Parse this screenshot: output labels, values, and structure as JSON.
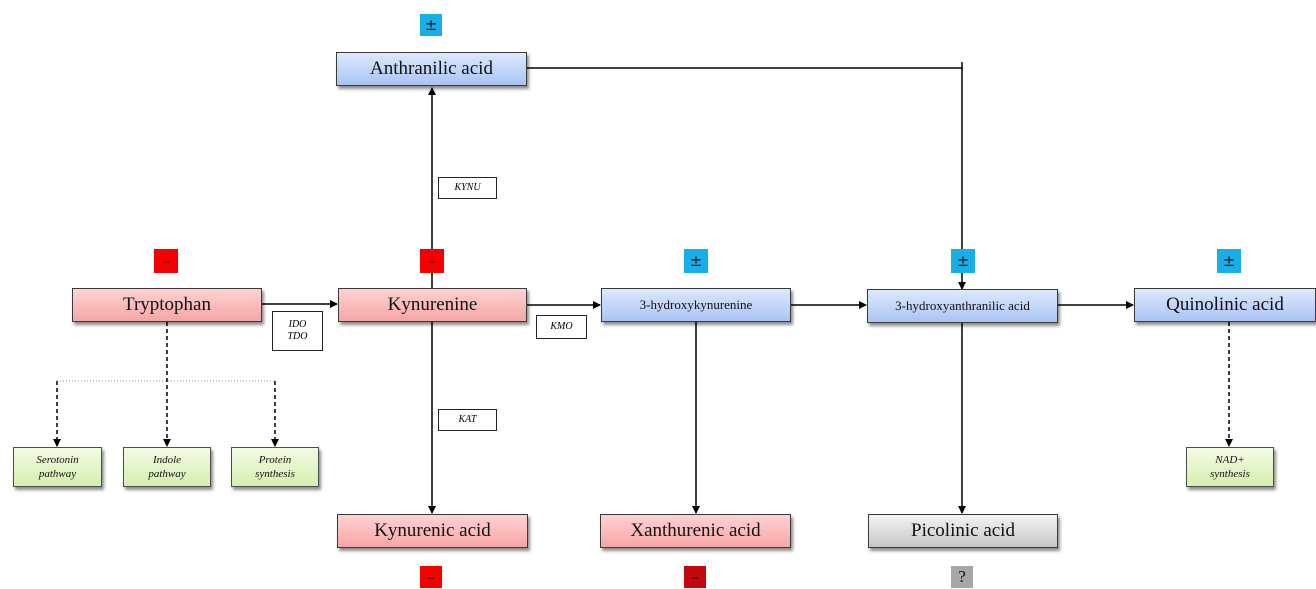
{
  "nodes": {
    "anthranilic_acid": "Anthranilic acid",
    "tryptophan": "Tryptophan",
    "kynurenine": "Kynurenine",
    "hydroxykynurenine": "3-hydroxykynurenine",
    "hydroxyanthranilic_acid": "3-hydroxyanthranilic acid",
    "quinolinic_acid": "Quinolinic acid",
    "kynurenic_acid": "Kynurenic acid",
    "xanthurenic_acid": "Xanthurenic acid",
    "picolinic_acid": "Picolinic acid"
  },
  "outputs": {
    "serotonin": [
      "Serotonin",
      "pathway"
    ],
    "indole": [
      "Indole",
      "pathway"
    ],
    "protein": [
      "Protein",
      "synthesis"
    ],
    "nad": [
      "NAD+",
      "synthesis"
    ]
  },
  "enzymes": {
    "kynu": "KYNU",
    "ido": "IDO",
    "tdo": "TDO",
    "kmo": "KMO",
    "kat": "KAT"
  },
  "badges": {
    "anthranilic_acid": "±",
    "tryptophan": "–",
    "kynurenine": "–",
    "hydroxykynurenine": "±",
    "hydroxyanthranilic_acid": "±",
    "quinolinic_acid": "±",
    "kynurenic_acid": "–",
    "xanthurenic_acid": "–",
    "picolinic_acid": "?"
  },
  "colors": {
    "badge_blue": "#18aee8",
    "badge_red": "#f40000",
    "badge_dark_red": "#c4080f",
    "badge_grey": "#a7a7a7"
  }
}
